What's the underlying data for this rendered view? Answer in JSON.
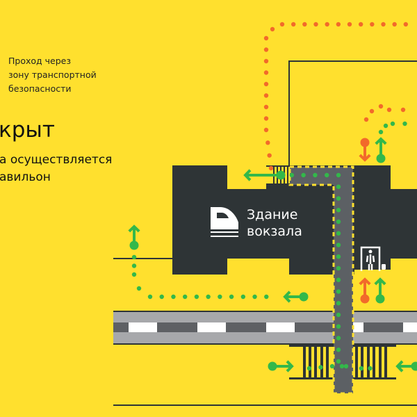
{
  "legend": {
    "security_zone_lines": [
      "Проход через",
      "зону транспортной",
      "безопасности"
    ]
  },
  "notice": {
    "title_fragment": "крыт",
    "text_lines": [
      "а осуществляется",
      "авильон"
    ]
  },
  "building": {
    "label_lines": [
      "Здание",
      "вокзала"
    ],
    "icon": "train-icon",
    "security_icon": "security-frame-icon"
  },
  "colors": {
    "background": "#FFE02E",
    "building": "#2E3436",
    "passage": "#5C6064",
    "exit_route": "#F26A2A",
    "entry_route": "#33B84A",
    "road_light": "#A7A8AB",
    "road_dark": "#5E6064"
  }
}
